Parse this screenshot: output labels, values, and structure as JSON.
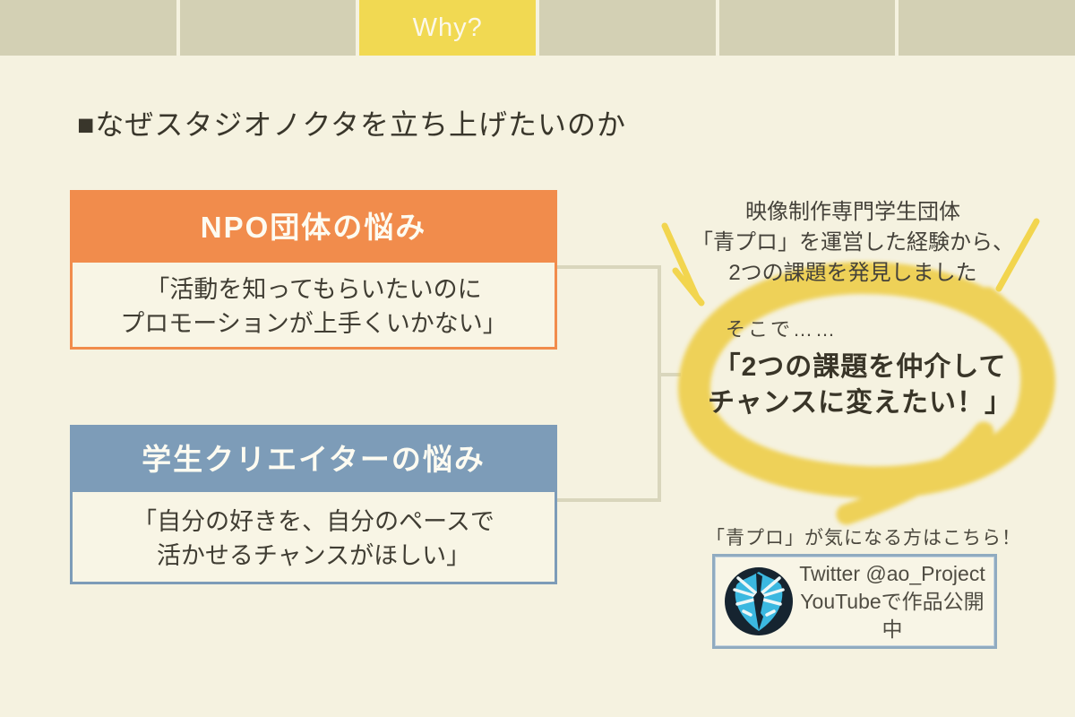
{
  "window": {
    "background": "#f5f2e0"
  },
  "tabs": {
    "labels": [
      "",
      "",
      "Why?",
      "",
      "",
      ""
    ],
    "active_index": 2,
    "active_color": "#f1d952",
    "inactive_color": "#d3d0b4"
  },
  "heading": {
    "text": "■なぜスタジオノクタを立ち上げたいのか"
  },
  "cards": {
    "npo": {
      "title": "NPO団体の悩み",
      "line1": "「活動を知ってもらいたいのに",
      "line2": "プロモーションが上手くいかない」",
      "accent": "#f18c4c"
    },
    "student": {
      "title": "学生クリエイターの悩み",
      "line1": "「自分の好きを、自分のペースで",
      "line2": "活かせるチャンスがほしい」",
      "accent": "#7d9cb8"
    }
  },
  "note": {
    "line1": "映像制作専門学生団体",
    "line2": "「青プロ」を運営した経験から、",
    "line3": "2つの課題を発見しました"
  },
  "conclusion": {
    "intro": "そこで……",
    "line1": "「2つの課題を仲介して",
    "line2": "チャンスに変えたい！」",
    "highlight_color": "#eecf4e"
  },
  "promo": {
    "caption": "「青プロ」が気になる方はこちら！",
    "line1": "Twitter @ao_Project",
    "line2": "YouTubeで作品公開中",
    "logo_icon": "ao-project-logo",
    "logo_navy": "#162430",
    "logo_cyan": "#3bb8e0",
    "border_color": "#90abc0"
  }
}
